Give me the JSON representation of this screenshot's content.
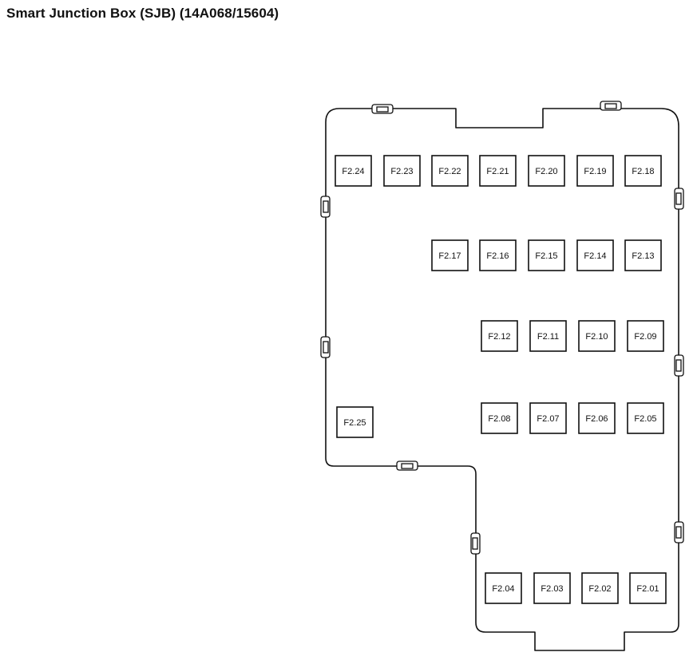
{
  "title": "Smart Junction Box (SJB) (14A068/15604)",
  "fuses": [
    {
      "id": "F2.24",
      "label": "F2.24"
    },
    {
      "id": "F2.23",
      "label": "F2.23"
    },
    {
      "id": "F2.22",
      "label": "F2.22"
    },
    {
      "id": "F2.21",
      "label": "F2.21"
    },
    {
      "id": "F2.20",
      "label": "F2.20"
    },
    {
      "id": "F2.19",
      "label": "F2.19"
    },
    {
      "id": "F2.18",
      "label": "F2.18"
    },
    {
      "id": "F2.17",
      "label": "F2.17"
    },
    {
      "id": "F2.16",
      "label": "F2.16"
    },
    {
      "id": "F2.15",
      "label": "F2.15"
    },
    {
      "id": "F2.14",
      "label": "F2.14"
    },
    {
      "id": "F2.13",
      "label": "F2.13"
    },
    {
      "id": "F2.12",
      "label": "F2.12"
    },
    {
      "id": "F2.11",
      "label": "F2.11"
    },
    {
      "id": "F2.10",
      "label": "F2.10"
    },
    {
      "id": "F2.09",
      "label": "F2.09"
    },
    {
      "id": "F2.25",
      "label": "F2.25"
    },
    {
      "id": "F2.08",
      "label": "F2.08"
    },
    {
      "id": "F2.07",
      "label": "F2.07"
    },
    {
      "id": "F2.06",
      "label": "F2.06"
    },
    {
      "id": "F2.05",
      "label": "F2.05"
    },
    {
      "id": "F2.04",
      "label": "F2.04"
    },
    {
      "id": "F2.03",
      "label": "F2.03"
    },
    {
      "id": "F2.02",
      "label": "F2.02"
    },
    {
      "id": "F2.01",
      "label": "F2.01"
    }
  ]
}
